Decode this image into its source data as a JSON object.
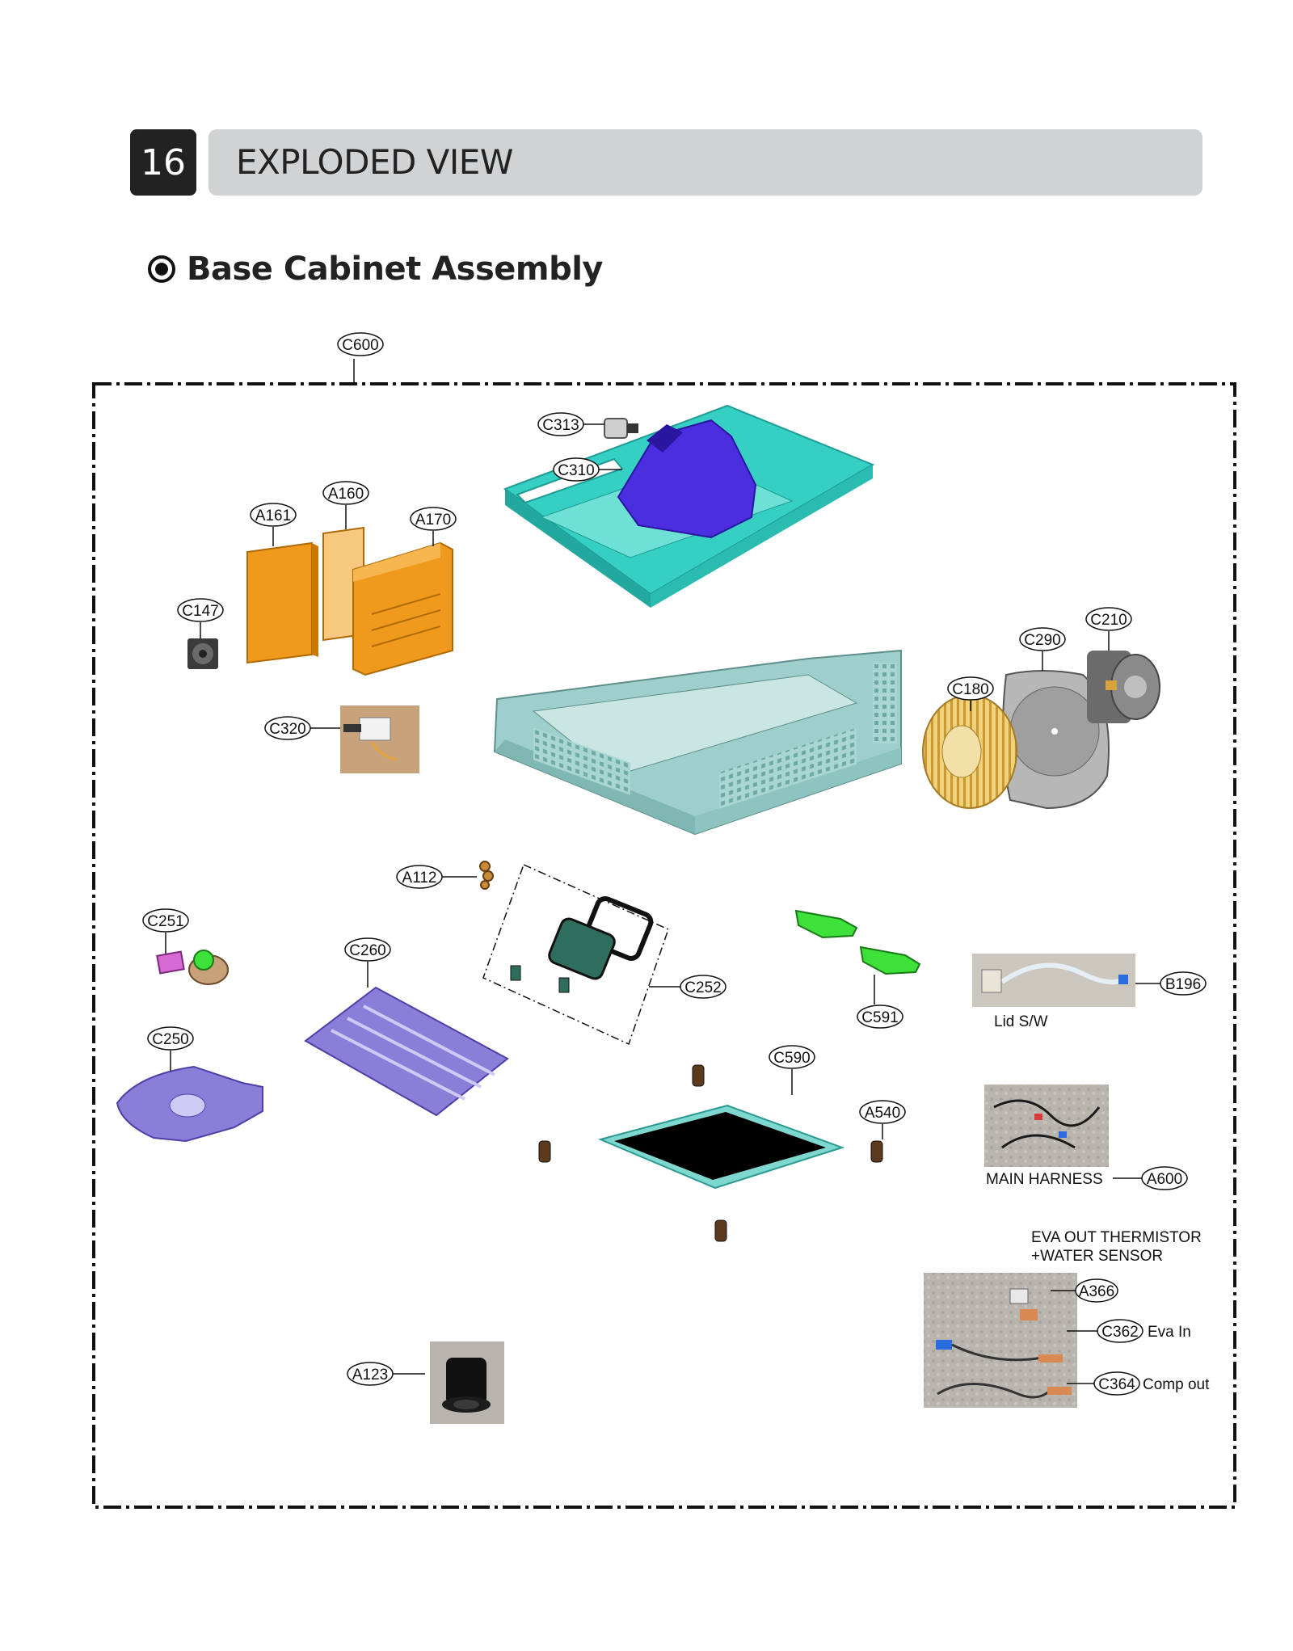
{
  "header": {
    "section_number": "16",
    "title": "EXPLODED VIEW"
  },
  "subtitle": "Base Cabinet Assembly",
  "callouts": {
    "c600": "C600",
    "c313": "C313",
    "c310": "C310",
    "a160": "A160",
    "a161": "A161",
    "a170": "A170",
    "c147": "C147",
    "c210": "C210",
    "c290": "C290",
    "c180": "C180",
    "c320": "C320",
    "a112": "A112",
    "c251": "C251",
    "c260": "C260",
    "c252": "C252",
    "c591": "C591",
    "b196": "B196",
    "c250": "C250",
    "c590": "C590",
    "a540": "A540",
    "a600": "A600",
    "a366": "A366",
    "c362": "C362",
    "c364": "C364",
    "a123": "A123"
  },
  "notes": {
    "lid_sw": "Lid S/W",
    "main_harness": "MAIN HARNESS",
    "eva_out_line1": "EVA OUT  THERMISTOR",
    "eva_out_line2": "+WATER SENSOR",
    "eva_in": "Eva In",
    "comp_out": "Comp out"
  },
  "colors": {
    "dark_box": "#222222",
    "title_bar": "#d1d2d4",
    "orange": "#ef9a1c",
    "teal": "#35cfc4",
    "base_gray": "#9fcfcc",
    "purple": "#4a2ee0",
    "lavender": "#8a7fd8",
    "green": "#3ee03a",
    "gold": "#e2b95a"
  }
}
